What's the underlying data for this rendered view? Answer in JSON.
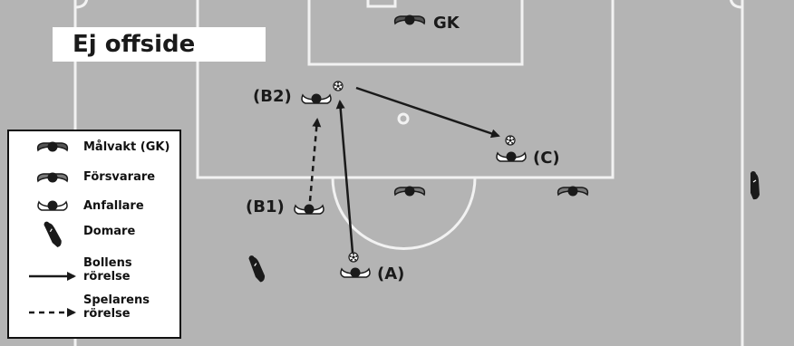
{
  "title": "Ej offside",
  "player_labels": {
    "gk": "GK",
    "b2": "(B2)",
    "b1": "(B1)",
    "a": "(A)",
    "c": "(C)"
  },
  "legend": {
    "items": [
      {
        "icon": "goalkeeper-icon",
        "label": "Målvakt (GK)"
      },
      {
        "icon": "defender-icon",
        "label": "Försvarare"
      },
      {
        "icon": "attacker-icon",
        "label": "Anfallare"
      },
      {
        "icon": "referee-icon",
        "label": "Domare"
      },
      {
        "icon": "solid-arrow-icon",
        "label_line1": "Bollens",
        "label_line2": "rörelse"
      },
      {
        "icon": "dashed-arrow-icon",
        "label_line1": "Spelarens",
        "label_line2": "rörelse"
      }
    ]
  },
  "colors": {
    "pitch": "#b4b4b4",
    "lines": "#f2f2f2",
    "ink": "#1a1a1a"
  }
}
